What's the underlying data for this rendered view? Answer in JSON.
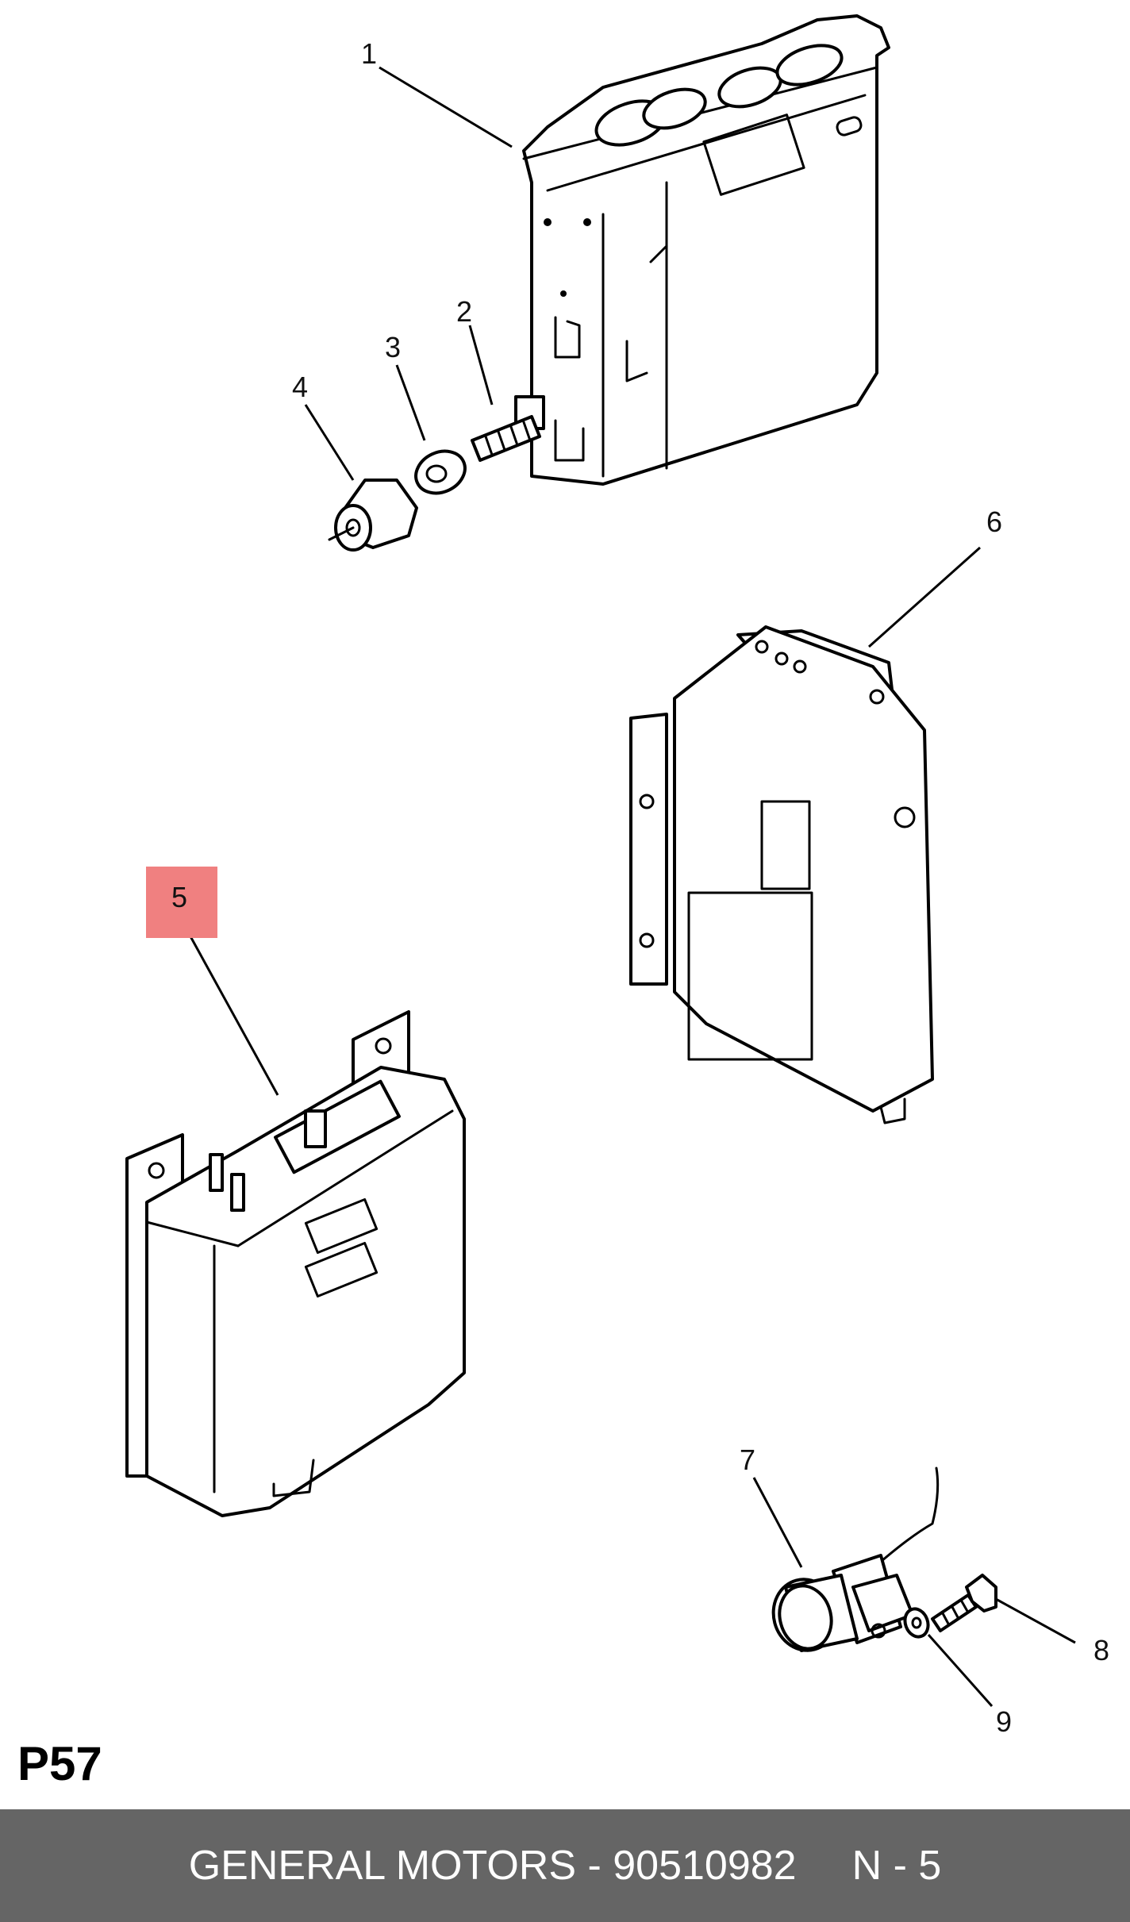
{
  "callouts": [
    {
      "label": "1"
    },
    {
      "label": "2"
    },
    {
      "label": "3"
    },
    {
      "label": "4"
    },
    {
      "label": "5",
      "highlighted": true
    },
    {
      "label": "6"
    },
    {
      "label": "7"
    },
    {
      "label": "8"
    },
    {
      "label": "9"
    }
  ],
  "page_code": "P57",
  "footer": {
    "part_text": "GENERAL MOTORS - 90510982",
    "ref_text": "N - 5"
  },
  "colors": {
    "highlight": "#f08080",
    "footer_bg": "#656565",
    "footer_text": "#ffffff",
    "line": "#000000"
  }
}
